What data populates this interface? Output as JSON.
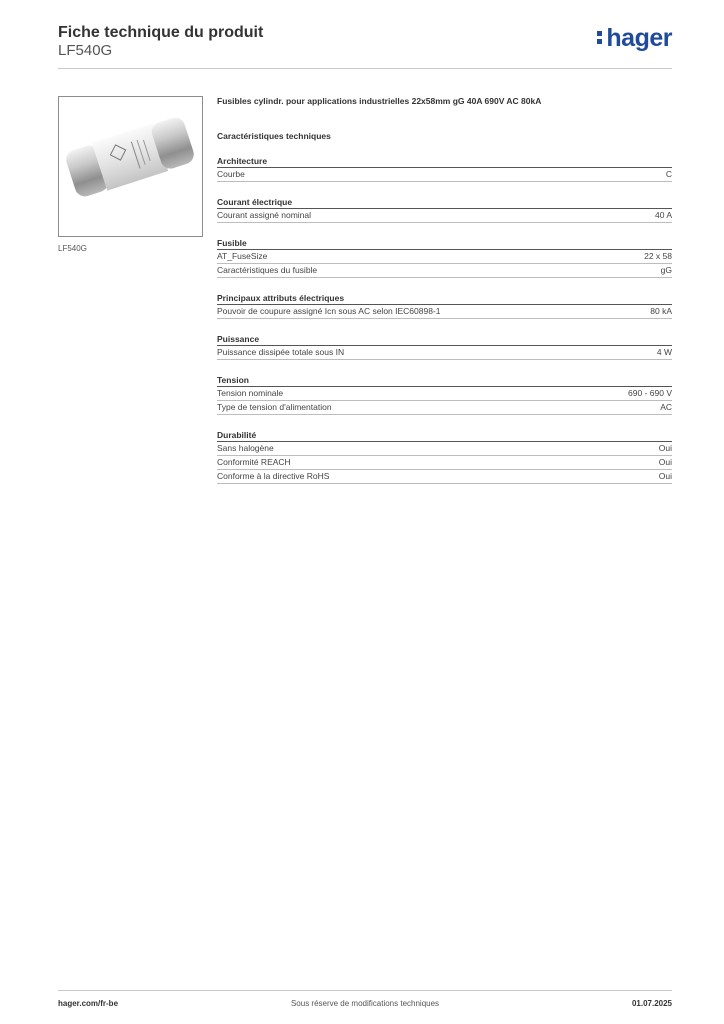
{
  "header": {
    "title": "Fiche technique du produit",
    "subtitle": "LF540G",
    "logo_text": "hager",
    "logo_color": "#1f4b9a"
  },
  "product": {
    "image_caption": "LF540G",
    "description": "Fusibles cylindr. pour applications industrielles 22x58mm gG 40A 690V AC 80kA",
    "image_icon": "fuse-cartridge-image"
  },
  "specs": {
    "heading": "Caractéristiques techniques",
    "groups": [
      {
        "title": "Architecture",
        "rows": [
          {
            "label": "Courbe",
            "value": "C"
          }
        ]
      },
      {
        "title": "Courant électrique",
        "rows": [
          {
            "label": "Courant assigné nominal",
            "value": "40 A"
          }
        ]
      },
      {
        "title": "Fusible",
        "rows": [
          {
            "label": "AT_FuseSize",
            "value": "22 x 58"
          },
          {
            "label": "Caractéristiques du fusible",
            "value": "gG"
          }
        ]
      },
      {
        "title": "Principaux attributs électriques",
        "rows": [
          {
            "label": "Pouvoir de coupure assigné Icn sous AC selon IEC60898-1",
            "value": "80 kA"
          }
        ]
      },
      {
        "title": "Puissance",
        "rows": [
          {
            "label": "Puissance dissipée totale sous IN",
            "value": "4 W"
          }
        ]
      },
      {
        "title": "Tension",
        "rows": [
          {
            "label": "Tension nominale",
            "value": "690 - 690 V"
          },
          {
            "label": "Type de tension d'alimentation",
            "value": "AC"
          }
        ]
      },
      {
        "title": "Durabilité",
        "rows": [
          {
            "label": "Sans halogène",
            "value": "Oui"
          },
          {
            "label": "Conformité REACH",
            "value": "Oui"
          },
          {
            "label": "Conforme à la directive RoHS",
            "value": "Oui"
          }
        ]
      }
    ]
  },
  "footer": {
    "website": "hager.com/fr-be",
    "notice": "Sous réserve de modifications techniques",
    "date": "01.07.2025"
  }
}
